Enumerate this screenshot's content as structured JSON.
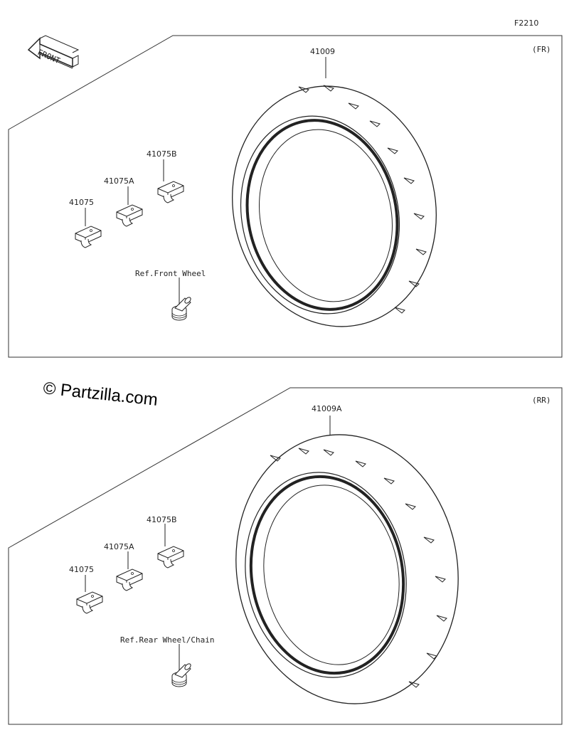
{
  "figure_code": "F2210",
  "watermark": "© Partzilla.com",
  "front_arrow": {
    "label": "FRONT",
    "icon": "front-arrow-icon"
  },
  "panels": [
    {
      "id": "front",
      "tag": "(FR)",
      "tire_part": "41009",
      "weights": [
        "41075",
        "41075A",
        "41075B"
      ],
      "valve_ref": "Ref.Front Wheel"
    },
    {
      "id": "rear",
      "tag": "(RR)",
      "tire_part": "41009A",
      "weights": [
        "41075",
        "41075A",
        "41075B"
      ],
      "valve_ref": "Ref.Rear Wheel/Chain"
    }
  ]
}
